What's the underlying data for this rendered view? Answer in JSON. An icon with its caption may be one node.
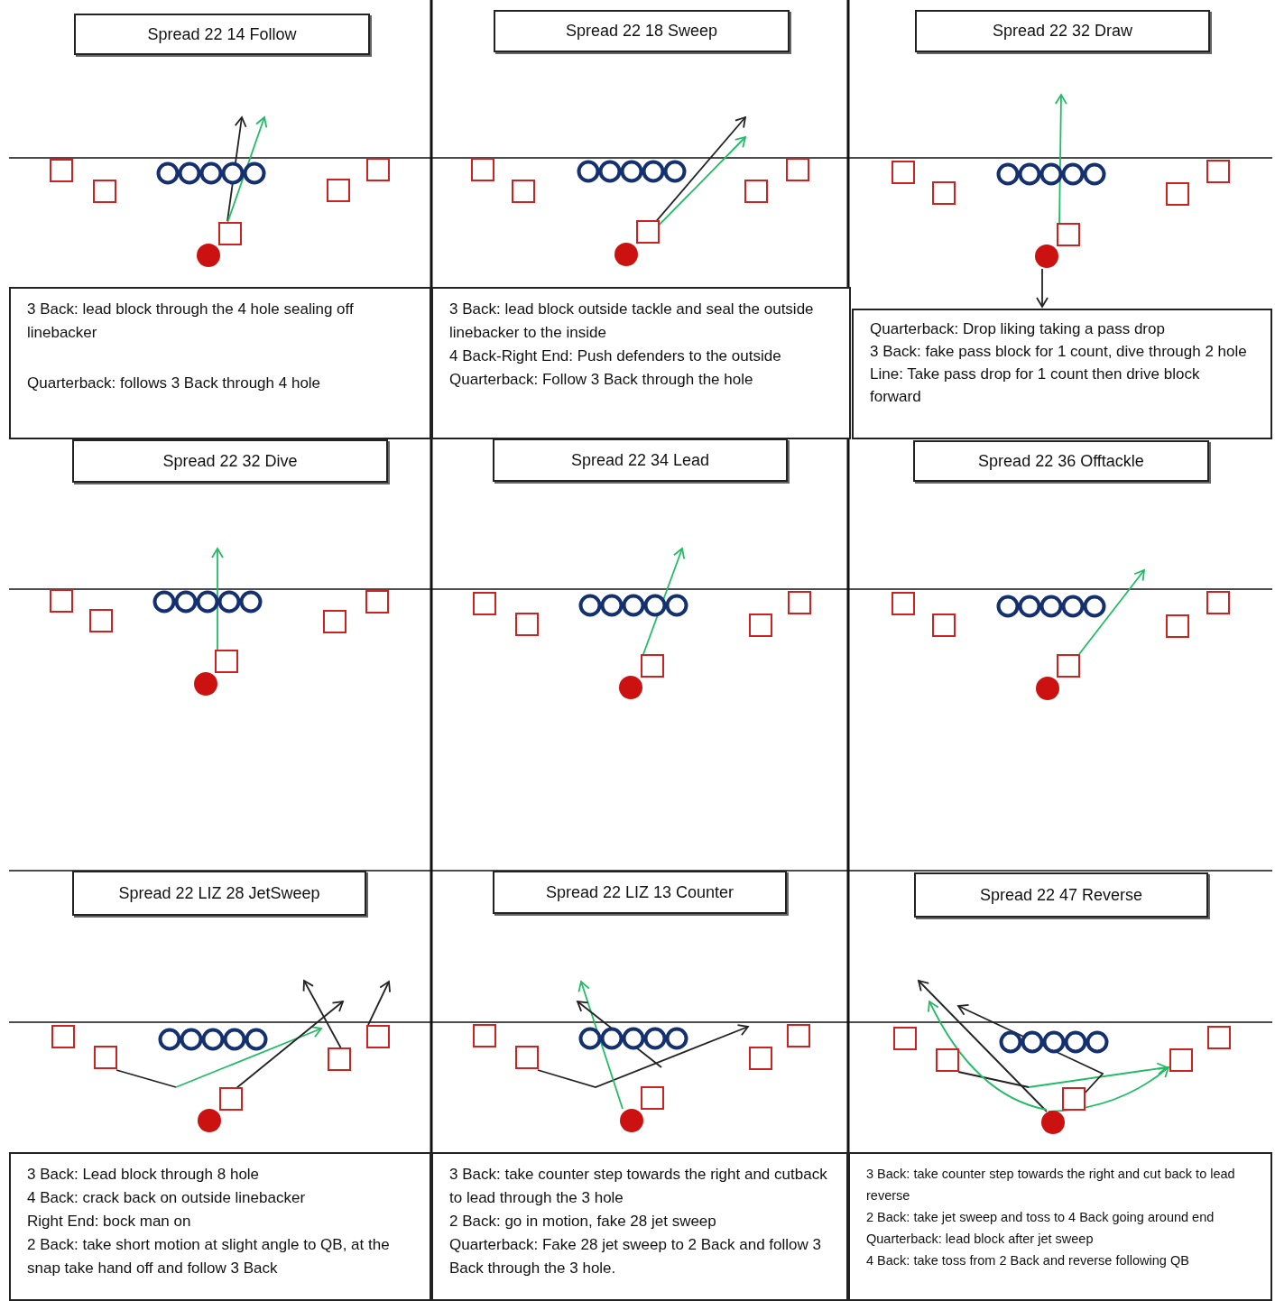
{
  "diagram": {
    "nodes": [
      {
        "text": [
          "Spread 22 14 Follow"
        ]
      },
      {
        "text": [
          "Spread 22 18 Sweep"
        ]
      },
      {
        "text": [
          "Spread 22 32 Draw"
        ]
      },
      {
        "text": [
          "3 Back: lead block through the 4 hole sealing off linebacker",
          "Quarterback: follows 3 Back through 4 hole"
        ]
      },
      {
        "text": [
          "3 Back: lead block outside tackle and seal the outside linebacker to the inside",
          "4 Back-Right End: Push defenders to the outside",
          "Quarterback: Follow 3 Back through the hole"
        ]
      },
      {
        "text": [
          "Quarterback: Drop liking taking a pass drop",
          "3 Back: fake pass block for 1 count, dive through 2 hole",
          "Line: Take pass drop for 1 count then drive block forward"
        ]
      },
      {
        "text": [
          "Spread 22 32 Dive"
        ]
      },
      {
        "text": [
          "Spread 22 34 Lead"
        ]
      },
      {
        "text": [
          "Spread 22 36 Offtackle"
        ]
      },
      {
        "text": [
          "Spread 22 LIZ 28 JetSweep"
        ]
      },
      {
        "text": [
          "Spread 22 LIZ 13 Counter"
        ]
      },
      {
        "text": [
          "Spread 22 47 Reverse"
        ]
      },
      {
        "text": [
          "3 Back: Lead block through 8 hole",
          "4 Back: crack back on outside linebacker",
          "Right End: bock man on",
          "2 Back: take short motion at slight angle to QB, at the snap take hand off and follow 3 Back"
        ]
      },
      {
        "text": [
          "3 Back: take counter step towards the right and cutback to lead through the 3 hole",
          "2 Back: go in motion, fake 28 jet sweep",
          "Quarterback: Fake 28 jet sweep to 2 Back and follow 3 Back through the 3 hole."
        ]
      },
      {
        "text": [
          "3 Back: take counter step towards the right and cut back to lead reverse",
          "2 Back: take jet sweep and toss to 4 Back going around end",
          "Quarterback: lead block after jet sweep",
          "4 Back: take toss from 2 Back and reverse following QB"
        ]
      }
    ]
  }
}
